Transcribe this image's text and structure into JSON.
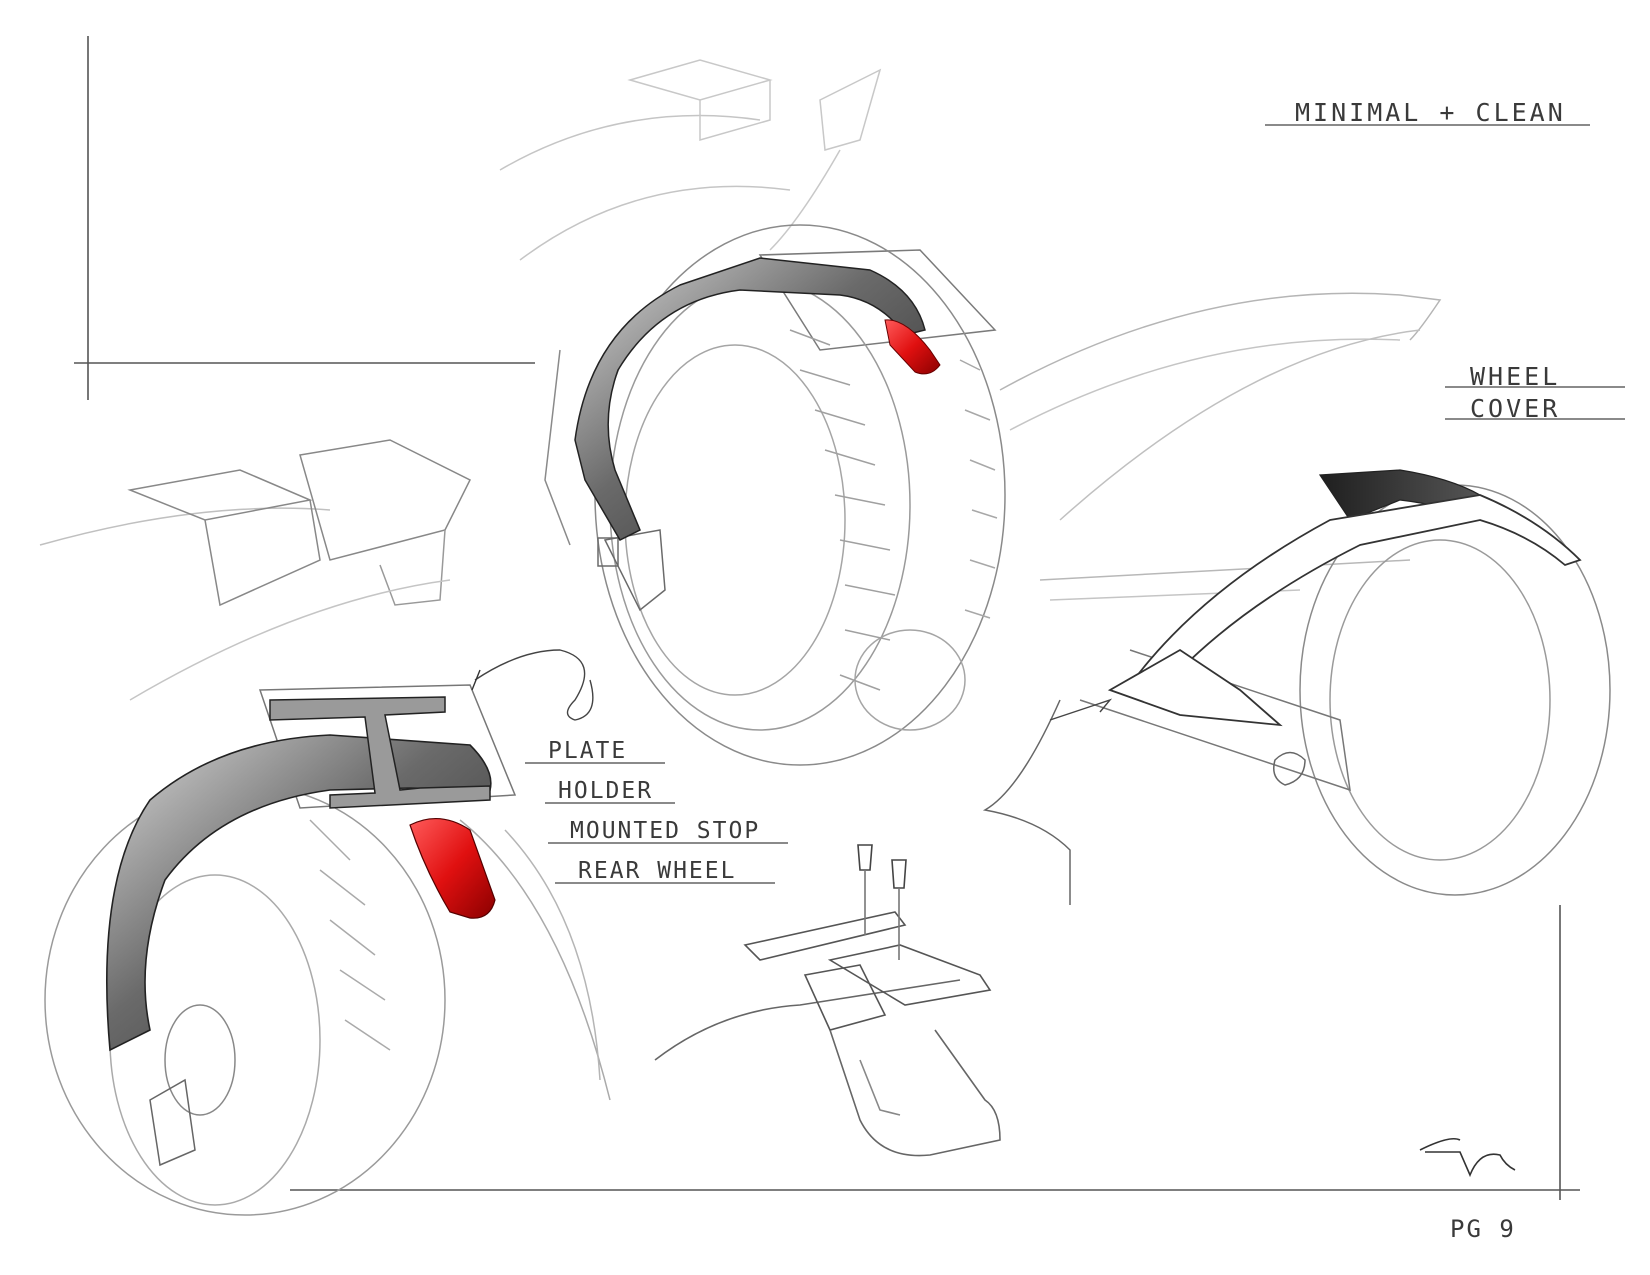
{
  "notes": {
    "headline": "MINIMAL + CLEAN",
    "wheel_cover_line1": "WHEEL",
    "wheel_cover_line2": "COVER",
    "plate": "PLATE",
    "holder": "HOLDER",
    "mounted_stop": "MOUNTED STOP",
    "rear_wheel": "REAR WHEEL"
  },
  "page_number": "PG 9",
  "colors": {
    "paper": "#ffffff",
    "pencil": "#555555",
    "light_pencil": "#b5b5b5",
    "fender_dark": "#2e2e2e",
    "tail_light_red": "#e01010"
  }
}
